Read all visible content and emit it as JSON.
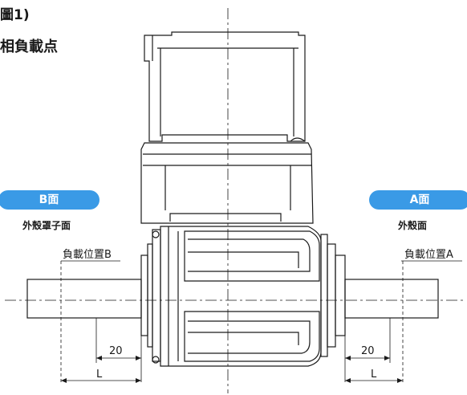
{
  "title": {
    "line1": "圖1)",
    "line2": "相負載点"
  },
  "face_b": {
    "label": "B面",
    "sublabel": "外殼罩子面"
  },
  "face_a": {
    "label": "A面",
    "sublabel": "外殼面"
  },
  "load_positions": {
    "b": "負載位置B",
    "a": "負載位置A"
  },
  "dimensions": {
    "offset": "20",
    "length": "L"
  },
  "colors": {
    "pill": "#3a9ae6",
    "line": "#1a1a1a"
  }
}
